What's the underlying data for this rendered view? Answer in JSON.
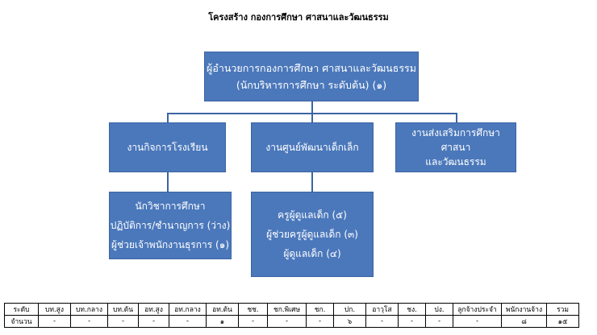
{
  "title": "โครงสร้าง  กองการศึกษา ศาสนาและวัฒนธรรม",
  "director": {
    "line1": "ผู้อำนวยการกองการศึกษา ศาสนาและวัฒนธรรม",
    "line2": "(นักบริหารการศึกษา ระดับต้น) (๑)"
  },
  "divisions": [
    {
      "label": "งานกิจการโรงเรียน"
    },
    {
      "label": "งานศูนย์พัฒนาเด็กเล็ก"
    },
    {
      "label_lines": [
        "งานส่งเสริมการศึกษา ศาสนา",
        "และวัฒนธรรม"
      ]
    }
  ],
  "sub_units": [
    {
      "lines": [
        "นักวิชาการศึกษา",
        "ปฏิบัติการ/ชำนาญการ (ว่าง)",
        "ผู้ช่วยเจ้าพนักงานธุรการ (๑)"
      ]
    },
    {
      "lines": [
        "ครูผู้ดูแลเด็ก (๕)",
        "ผู้ช่วยครูผู้ดูแลเด็ก  (๓)",
        "ผู้ดูแลเด็ก (๔)"
      ]
    }
  ],
  "table": {
    "headers": [
      "ระดับ",
      "บท.สูง",
      "บท.กลาง",
      "บท.ต้น",
      "อท.สูง",
      "อท.กลาง",
      "อท.ต้น",
      "ชช.",
      "ชก.พิเศษ",
      "ชก.",
      "ปก.",
      "อาวุโส",
      "ชง.",
      "ปง.",
      "ลูกจ้างประจำ",
      "พนักงานจ้าง",
      "รวม"
    ],
    "values": [
      "จำนวน",
      "-",
      "-",
      "-",
      "-",
      "-",
      "๑",
      "-",
      "-",
      "-",
      "๖",
      "-",
      "-",
      "-",
      "-",
      "๘",
      "๑๕"
    ]
  }
}
